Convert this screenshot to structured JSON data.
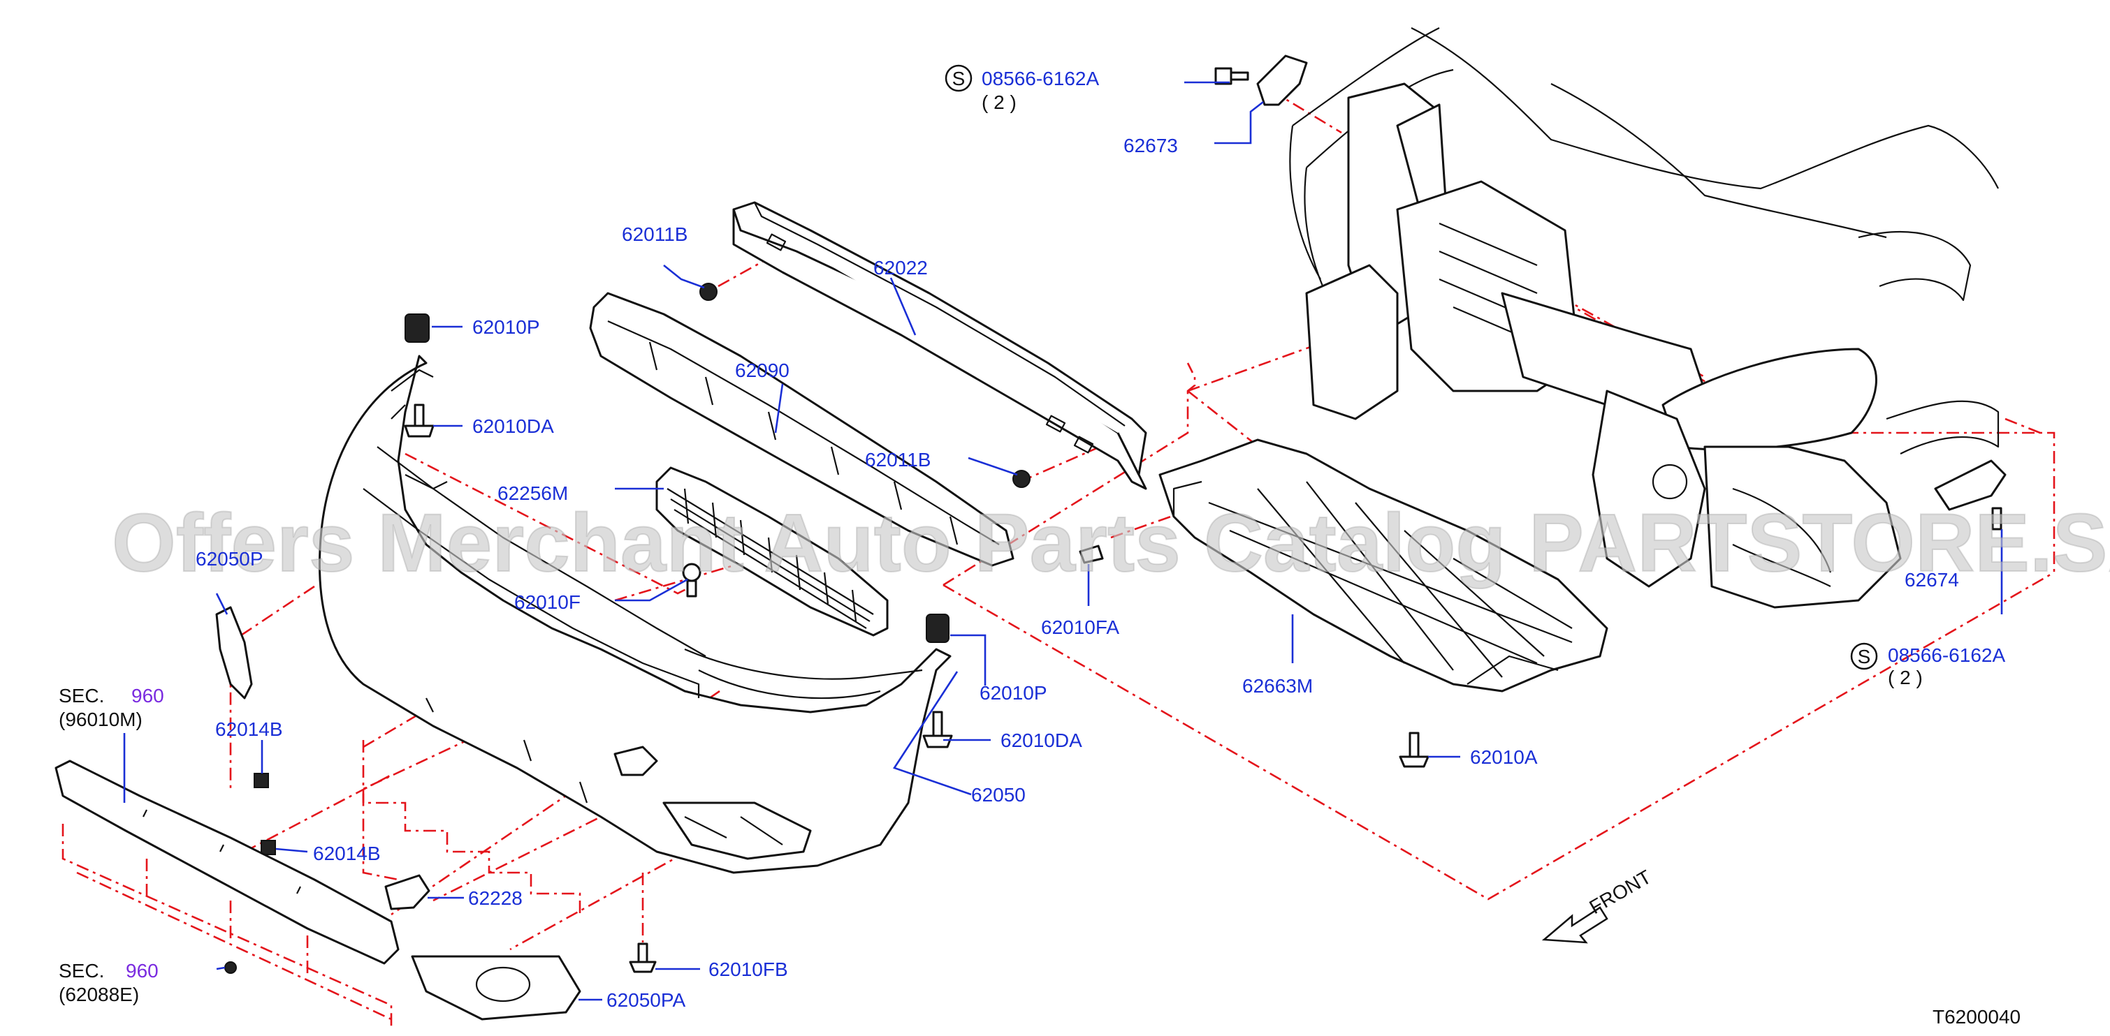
{
  "labels": {
    "l_08566_top": "08566-6162A",
    "l_08566_top_qty": "( 2 )",
    "l_62673": "62673",
    "l_62011B_top": "62011B",
    "l_62022": "62022",
    "l_62010P_top": "62010P",
    "l_62010DA_top": "62010DA",
    "l_62090": "62090",
    "l_62256M": "62256M",
    "l_62011B_mid": "62011B",
    "l_62050P_left": "62050P",
    "l_62010F": "62010F",
    "l_62010FA": "62010FA",
    "l_62674": "62674",
    "l_08566_right": "08566-6162A",
    "l_08566_right_qty": "( 2 )",
    "l_62663M": "62663M",
    "l_62010P_bot": "62010P",
    "l_62014B_top": "62014B",
    "l_62010DA_bot": "62010DA",
    "l_62010A": "62010A",
    "l_62050": "62050",
    "l_62014B_bot": "62014B",
    "l_62228": "62228",
    "l_62010FB": "62010FB",
    "l_62050PA": "62050PA",
    "sec_top_word": "SEC.",
    "sec_top_num": "960",
    "sec_top_ref": "(96010M)",
    "sec_bot_word": "SEC.",
    "sec_bot_num": "960",
    "sec_bot_ref": "(62088E)",
    "front": "FRONT",
    "drawing_id": "T6200040",
    "s_symbol": "S",
    "watermark": "Offers Merchant Auto Parts Catalog PARTSTORE.SA"
  },
  "colors": {
    "label_blue": "#1a2fd6",
    "dash_red": "#e4141b",
    "section_purple": "#7a2be0",
    "line_black": "#111111"
  },
  "icons": [
    "circled-s-icon",
    "front-arrow-icon"
  ]
}
